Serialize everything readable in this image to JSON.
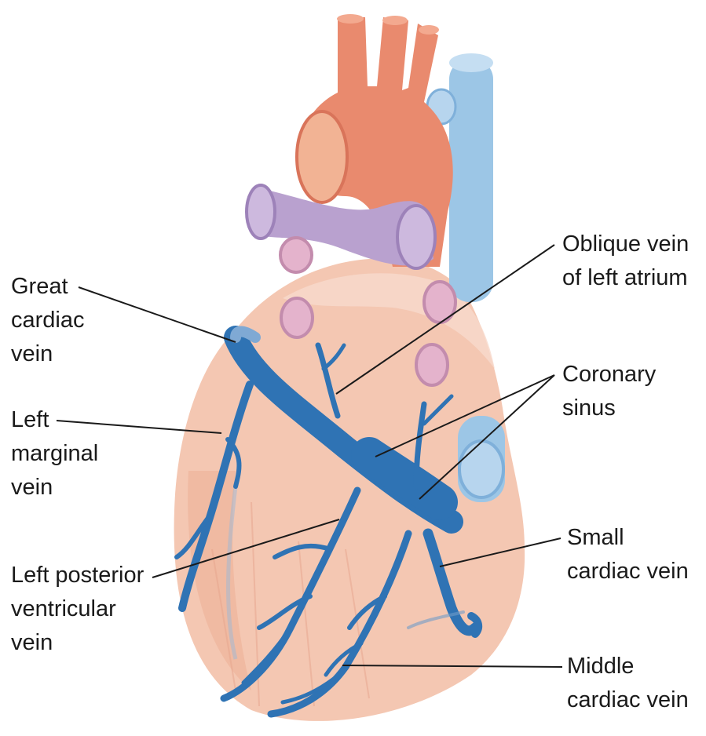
{
  "colors": {
    "heart_tissue": "#f4c7b2",
    "heart_shadow": "#e9a88e",
    "aorta": "#e98a6e",
    "pulmonary_veins": "#b9a1cf",
    "vena_cava": "#9cc6e6",
    "cardiac_veins": "#2f73b4",
    "leader_lines": "#1a1a1a"
  },
  "labels": {
    "great_cardiac_vein": [
      "Great",
      "cardiac",
      "vein"
    ],
    "left_marginal_vein": [
      "Left",
      "marginal",
      "vein"
    ],
    "left_posterior_ventricular_vein": [
      "Left posterior",
      "ventricular",
      "vein"
    ],
    "oblique_vein_left_atrium": [
      "Oblique vein",
      "of left atrium"
    ],
    "coronary_sinus": [
      "Coronary",
      "sinus"
    ],
    "small_cardiac_vein": [
      "Small",
      "cardiac vein"
    ],
    "middle_cardiac_vein": [
      "Middle",
      "cardiac vein"
    ]
  }
}
